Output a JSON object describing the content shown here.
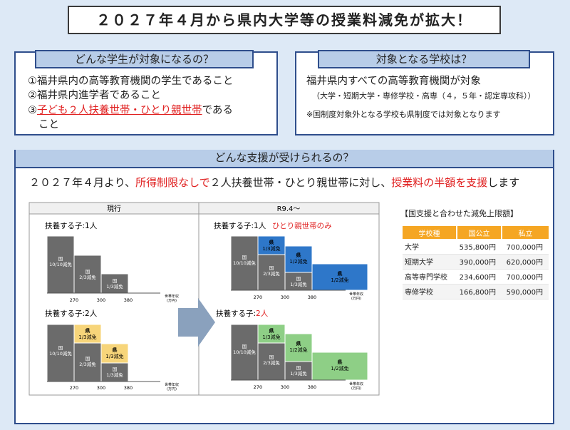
{
  "title": "２０２７年４月から県内大学等の授業料減免が拡大！",
  "who": {
    "heading": "どんな学生が対象になるの？",
    "item1": "①福井県内の高等教育機関の学生であること",
    "item2": "②福井県内進学者であること",
    "item3_prefix": "③",
    "item3_red": "子ども２人扶養世帯・ひとり親世帯",
    "item3_suffix": "である",
    "item3_cont": "こと"
  },
  "schools": {
    "heading": "対象となる学校は？",
    "main": "福井県内すべての高等教育機関が対象",
    "sub": "（大学・短期大学・専修学校・高専（４，５年・認定専攻科））",
    "note": "※国制度対象外となる学校も県制度では対象となります"
  },
  "support": {
    "heading": "どんな支援が受けられるの？",
    "s1": "２０２７年４月より、",
    "s2": "所得制限なしで",
    "s3": "２人扶養世帯・ひとり親世帯に対し、",
    "s4": "授業料の半額を支援",
    "s5": "します"
  },
  "diagram": {
    "current": "現行",
    "future": "R9.4～",
    "child1": "扶養する子:1人",
    "single_only": "ひとり親世帯のみ",
    "child2_prefix": "扶養する子:",
    "child2_red": "2人",
    "child2_left": "扶養する子:2人",
    "national": "国",
    "pref": "県",
    "full": "10/10減免",
    "two_thirds": "2/3減免",
    "one_third": "1/3減免",
    "half": "1/2減免",
    "t270": "270",
    "t300": "300",
    "t380": "380",
    "income1": "世帯年収",
    "income2": "(万円)"
  },
  "limits": {
    "title": "【国支援と合わせた減免上限額】",
    "headers": [
      "学校種",
      "国公立",
      "私立"
    ],
    "rows": [
      [
        "大学",
        "535,800円",
        "700,000円"
      ],
      [
        "短期大学",
        "390,000円",
        "620,000円"
      ],
      [
        "高等専門学校",
        "234,600円",
        "700,000円"
      ],
      [
        "専修学校",
        "166,800円",
        "590,000円"
      ]
    ]
  },
  "colors": {
    "gray": "#6b6b6b",
    "blue": "#2e77c9",
    "green": "#8ecf86",
    "yellow": "#f7d57a",
    "accent_red": "#e02020",
    "panel_border": "#2f4e8c",
    "table_head": "#f5a623"
  }
}
